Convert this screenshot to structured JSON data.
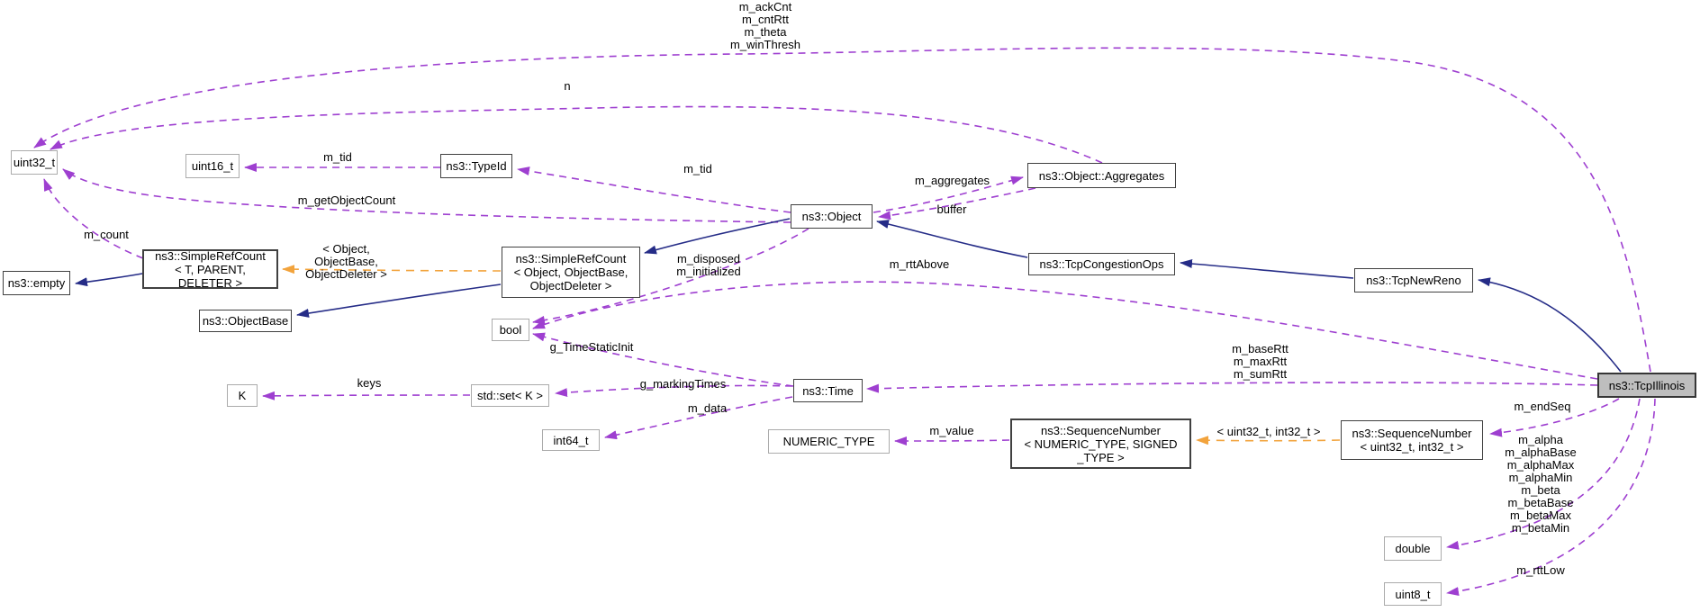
{
  "diagram_type": "doxygen-collaboration-graph",
  "focus_class": "ns3::TcpIllinois",
  "colors": {
    "member_edge": "#9E3FD0",
    "template_edge": "#F2A33C",
    "inheritance_edge": "#252C87",
    "focus_node_background": "#BEBEBE",
    "documented_border": "#404040",
    "undocumented_border": "#ABABAB",
    "background": "#FFFFFF",
    "text": "#000000"
  },
  "nodes": {
    "uint32": "uint32_t",
    "uint16": "uint16_t",
    "typeid": "ns3::TypeId",
    "aggregates": "ns3::Object::Aggregates",
    "object": "ns3::Object",
    "simplerefcount_tpl": "ns3::SimpleRefCount\n< T, PARENT, DELETER >",
    "empty": "ns3::empty",
    "simplerefcount_obj": "ns3::SimpleRefCount\n< Object, ObjectBase,\nObjectDeleter >",
    "objectbase": "ns3::ObjectBase",
    "tcpcongestionops": "ns3::TcpCongestionOps",
    "tcpnewreno": "ns3::TcpNewReno",
    "bool": "bool",
    "time": "ns3::Time",
    "k": "K",
    "stdset": "std::set< K >",
    "int64": "int64_t",
    "numeric_type": "NUMERIC_TYPE",
    "seqnum_tpl": "ns3::SequenceNumber\n< NUMERIC_TYPE, SIGNED\n_TYPE >",
    "seqnum_u32": "ns3::SequenceNumber\n< uint32_t, int32_t >",
    "tcpillinois": "ns3::TcpIllinois",
    "double": "double",
    "uint8": "uint8_t"
  },
  "edges": {
    "ackcnt_group": "m_ackCnt\nm_cntRtt\nm_theta\nm_winThresh",
    "n": "n",
    "m_tid_typeid": "m_tid",
    "m_tid_object": "m_tid",
    "m_getobjectcount": "m_getObjectCount",
    "m_count": "m_count",
    "m_aggregates": "m_aggregates",
    "buffer": "buffer",
    "disposed_group": "m_disposed\nm_initialized",
    "m_rttabove": "m_rttAbove",
    "g_timestaticinit": "g_TimeStaticInit",
    "basertt_group": "m_baseRtt\nm_maxRtt\nm_sumRtt",
    "keys": "keys",
    "g_markingtimes": "g_markingTimes",
    "m_data": "m_data",
    "m_value": "m_value",
    "tmpl_object": "< Object, ObjectBase,\nObjectDeleter >",
    "tmpl_uint32": "< uint32_t, int32_t >",
    "m_endseq": "m_endSeq",
    "alpha_beta_group": "m_alpha\nm_alphaBase\nm_alphaMax\nm_alphaMin\nm_beta\nm_betaBase\nm_betaMax\nm_betaMin",
    "m_rttlow": "m_rttLow"
  }
}
